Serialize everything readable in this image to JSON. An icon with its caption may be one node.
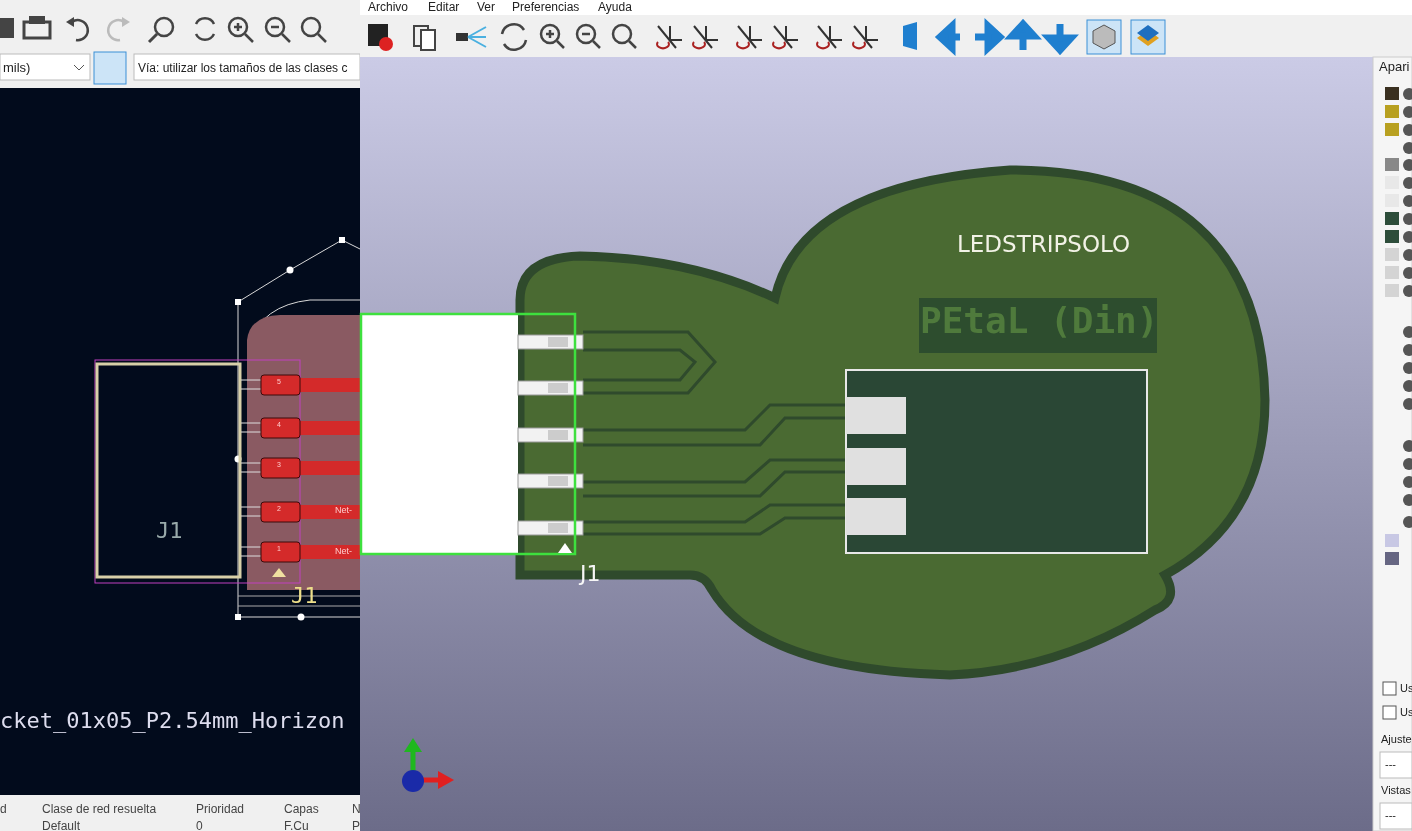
{
  "diagram": {
    "labels": [
      "Archivo",
      "Editar",
      "Ver",
      "Preferencias",
      "Ayuda",
      "mils)",
      "Vía: utilizar los tamaños de las clases c",
      "5",
      "4",
      "3",
      "2",
      "1",
      "Net-",
      "Net-",
      "J1",
      "J1",
      "cket_01x05_P2.54mm_Horizon",
      "d",
      "Clase de red resuelta",
      "Prioridad",
      "Capas",
      "N",
      "Default",
      "0",
      "F.Cu",
      "P",
      "LEDSTRIPSOLO",
      "PEtaL (Din)",
      "J1",
      "Apari",
      "Us",
      "Us",
      "Ajuste",
      "---",
      "Vistas",
      "---"
    ]
  }
}
